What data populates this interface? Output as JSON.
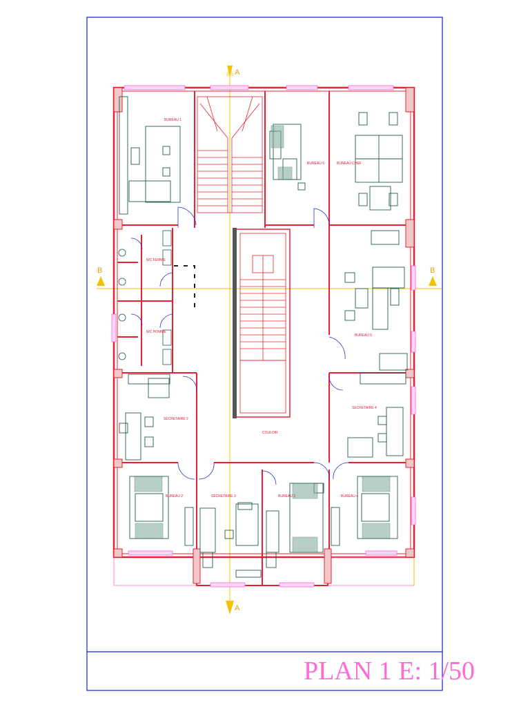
{
  "sheet": {
    "title": "PLAN 1 E: 1/50"
  },
  "section_markers": {
    "a_top": "A",
    "a_bottom": "A",
    "b_left": "B",
    "b_right": "B"
  },
  "rooms": {
    "bureau_1": "BUREAU 1",
    "bureau_6": "BUREAU 6",
    "bureau_chef": "BUREAU CHEF",
    "wc_femme": "WC FEMME",
    "wc_homme": "WC HOMME",
    "bureau_5": "BUREAU 5",
    "secretaire_2": "SECRETAIRE 2",
    "couloir": "COULOIR",
    "secretaire_4": "SECRETAIRE 4",
    "bureau_2": "BUREAU 2",
    "secretaire_3": "SECRETAIRE 3",
    "bureau_3": "BUREAU 3",
    "bureau_4": "BUREAU 4"
  },
  "colors": {
    "wall": "#e8202f",
    "border": "#1a1ad6",
    "section_line": "#f2c200",
    "window": "#ff66d9",
    "furniture": "#1f5c4a",
    "title": "#ff6ad5"
  }
}
